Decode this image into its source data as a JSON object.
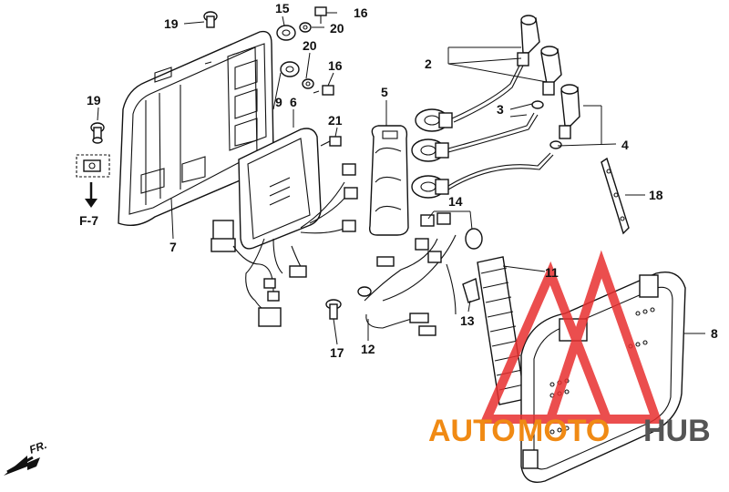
{
  "callouts": {
    "c1": "2",
    "c2": "3",
    "c3": "4",
    "c4": "5",
    "c5": "6",
    "c6": "7",
    "c7": "8",
    "c8": "9",
    "c9": "11",
    "c10": "12",
    "c11": "13",
    "c12": "14",
    "c13": "15",
    "c14": "16",
    "c15": "16",
    "c16": "17",
    "c17": "18",
    "c18": "19",
    "c19": "19",
    "c20": "20",
    "c21": "20",
    "c22": "21"
  },
  "reference": "F-7",
  "direction": "FR.",
  "watermark": {
    "part1": "AUTO",
    "part2": "MOTO",
    "part3": "HUB",
    "accent_color": "#f08a14",
    "logo_color": "#e83030",
    "dark_color": "#555555"
  },
  "colors": {
    "line": "#111111",
    "background": "#ffffff"
  }
}
